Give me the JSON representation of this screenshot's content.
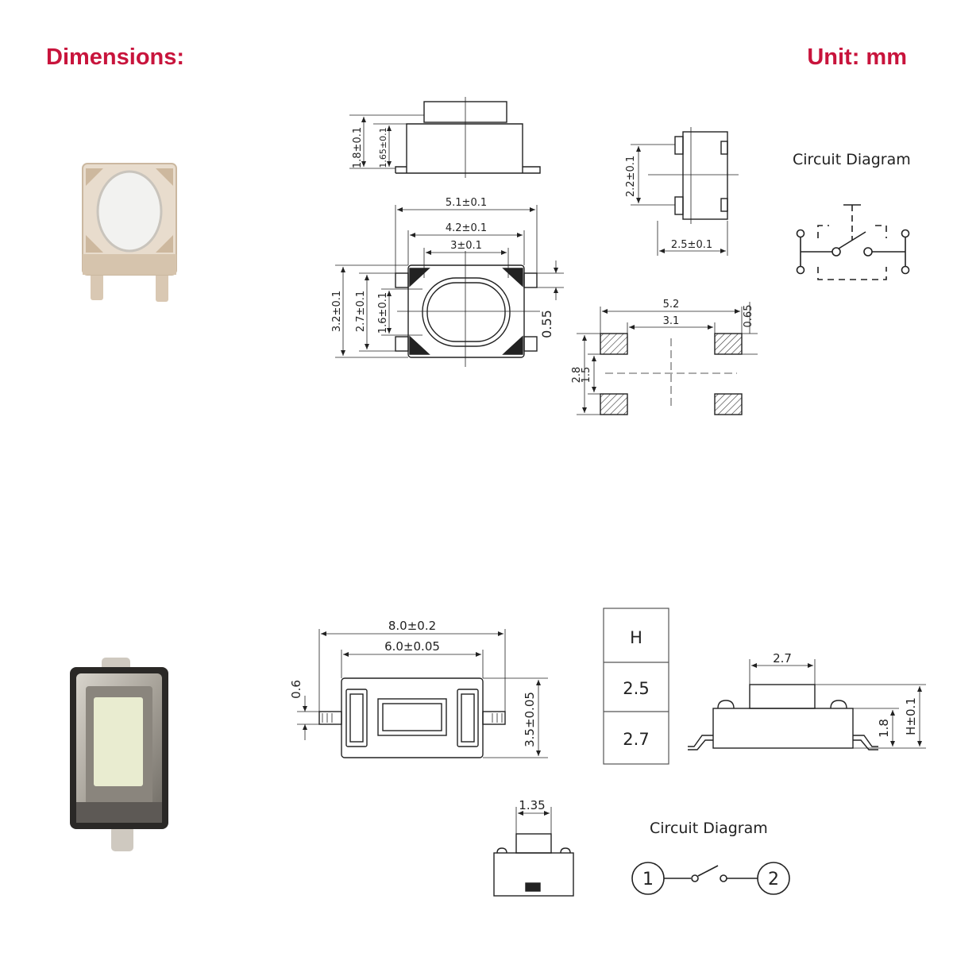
{
  "header": {
    "title": "Dimensions:",
    "unit": "Unit: mm"
  },
  "switch1": {
    "circuit_title": "Circuit Diagram",
    "side_view": {
      "height_total": "1.8±0.1",
      "height_body": "1.65±0.1"
    },
    "top_view": {
      "width_overall": "5.1±0.1",
      "width_body": "4.2±0.1",
      "width_actuator": "3±0.1",
      "height_overall": "3.2±0.1",
      "height_body": "2.7±0.1",
      "height_actuator": "1.6±0.1",
      "lead_width": "0.55"
    },
    "end_view": {
      "height": "2.2±0.1",
      "width": "2.5±0.1"
    },
    "pad_layout": {
      "span_outer": "5.2",
      "span_inner": "3.1",
      "pad_size": "0.65",
      "pitch_outer": "2.8",
      "pitch_inner": "1.5"
    }
  },
  "switch2": {
    "circuit_title": "Circuit Diagram",
    "top_view": {
      "length_overall": "8.0±0.2",
      "length_body": "6.0±0.05",
      "lead_width": "0.6",
      "body_width": "3.5±0.05"
    },
    "height_table": {
      "header": "H",
      "rows": [
        "2.5",
        "2.7"
      ]
    },
    "side_view": {
      "actuator_width": "2.7",
      "body_height": "1.8",
      "total_height": "H±0.1"
    },
    "end_view": {
      "actuator_width": "1.35"
    },
    "circuit": {
      "pin1": "1",
      "pin2": "2"
    }
  },
  "colors": {
    "heading": "#c8143c",
    "line": "#222222"
  }
}
